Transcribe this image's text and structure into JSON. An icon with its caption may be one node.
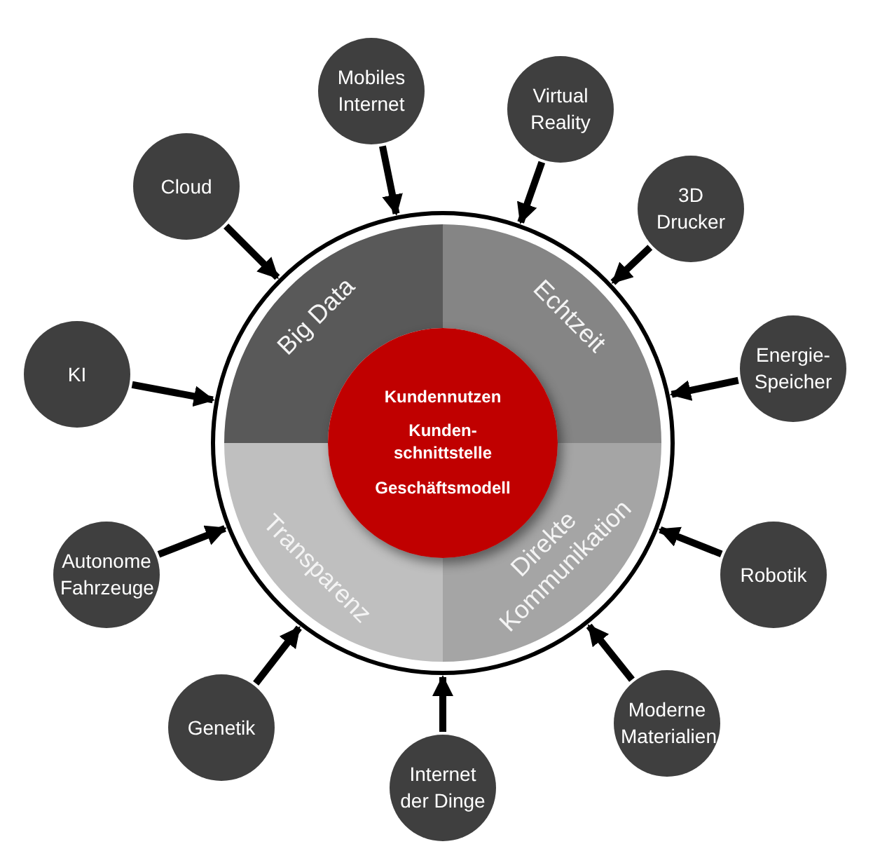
{
  "diagram": {
    "nodes": [
      {
        "text": [],
        "shape": "circle"
      },
      {
        "text": [
          "Big Data"
        ],
        "in": 0
      },
      {
        "text": [
          "Echtzeit"
        ],
        "in": 0
      },
      {
        "text": [
          "Transparenz"
        ],
        "in": 0
      },
      {
        "text": [
          "Direkte Kommunikation"
        ],
        "in": 0
      },
      {
        "text": [
          "Kundennutzen",
          "Kunden- schnittstelle",
          "Geschäftsmodell"
        ],
        "in": 0
      },
      {
        "text": [
          "Mobiles Internet"
        ]
      },
      {
        "text": [
          "Virtual Reality"
        ]
      },
      {
        "text": [
          "Cloud"
        ]
      },
      {
        "text": [
          "3D Drucker"
        ]
      },
      {
        "text": [
          "Energie- Speicher"
        ]
      },
      {
        "text": [
          "KI"
        ]
      },
      {
        "text": [
          "Autonome Fahrzeuge"
        ]
      },
      {
        "text": [
          "Robotik"
        ]
      },
      {
        "text": [
          "Moderne Materialien"
        ]
      },
      {
        "text": [
          "Genetik"
        ]
      },
      {
        "text": [
          "Internet der Dinge"
        ]
      }
    ],
    "edges": [
      {
        "from": 6,
        "to": 0,
        "arrow": "to"
      },
      {
        "from": 7,
        "to": 0,
        "arrow": "to"
      },
      {
        "from": 8,
        "to": 0,
        "arrow": "to"
      },
      {
        "from": 9,
        "to": 0,
        "arrow": "to"
      },
      {
        "from": 10,
        "to": 0,
        "arrow": "to"
      },
      {
        "from": 11,
        "to": 0,
        "arrow": "to"
      },
      {
        "from": 12,
        "to": 0,
        "arrow": "to"
      },
      {
        "from": 13,
        "to": 0,
        "arrow": "to"
      },
      {
        "from": 14,
        "to": 0,
        "arrow": "to"
      },
      {
        "from": 15,
        "to": 0,
        "arrow": "to"
      },
      {
        "from": 16,
        "to": 0,
        "arrow": "to"
      }
    ]
  }
}
